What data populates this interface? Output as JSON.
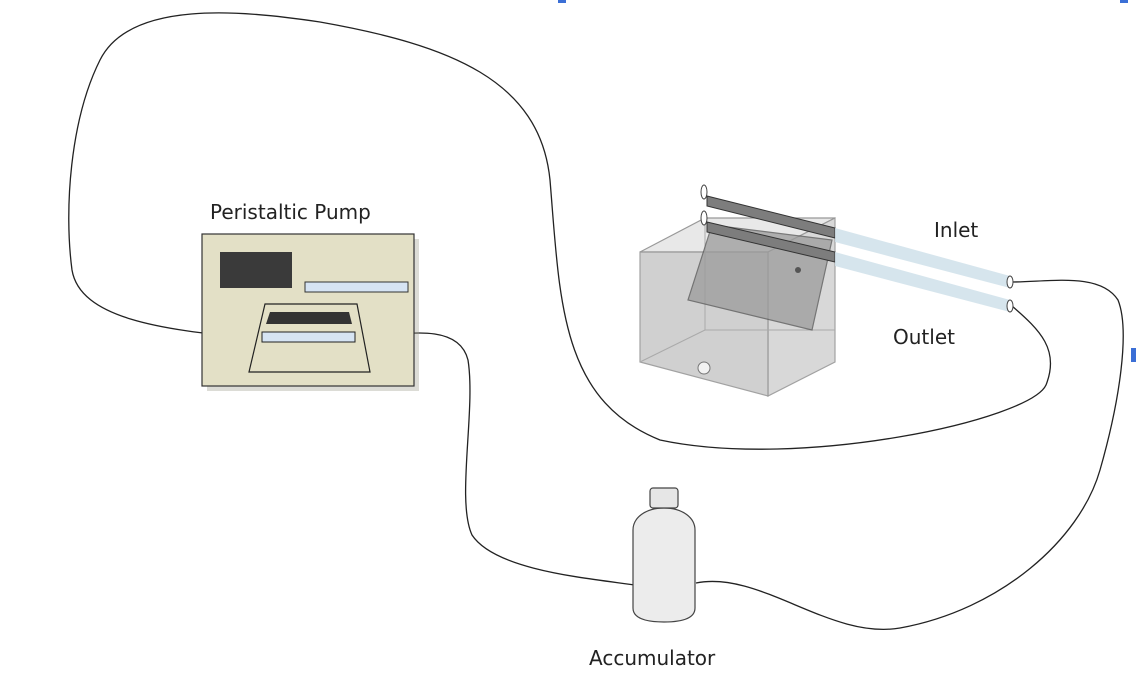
{
  "labels": {
    "pump": "Peristaltic Pump",
    "inlet": "Inlet",
    "outlet": "Outlet",
    "accumulator": "Accumulator"
  },
  "colors": {
    "tubing": "#222222",
    "pump_body": "#e3e0c6",
    "pump_display": "#3a3a3a",
    "pump_strip": "#d6e4f3",
    "tank_glass": "#c8c8c8",
    "clear_tube": "#cfe0ea",
    "accumulator_body": "#ececec",
    "edge_accent": "#3b6fd6"
  }
}
